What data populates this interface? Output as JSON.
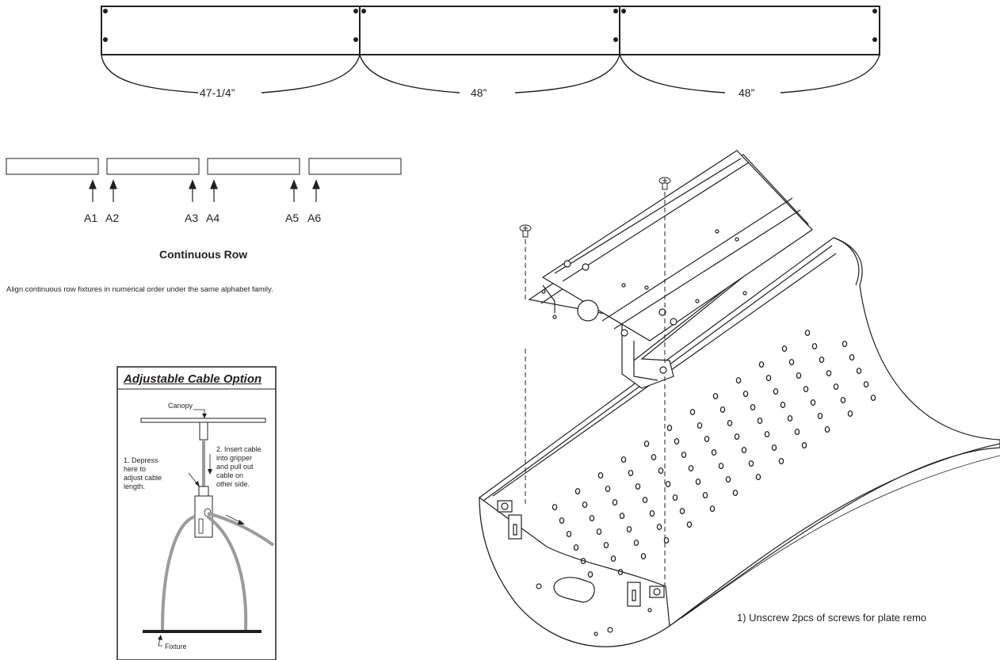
{
  "dimensions": [
    "47-1/4”",
    "48”",
    "48”"
  ],
  "row_labels": [
    "A1",
    "A2",
    "A3",
    "A4",
    "A5",
    "A6"
  ],
  "continuous_row": {
    "title": "Continuous Row",
    "note": "Align continuous row fixtures in numerical order under the same alphabet family."
  },
  "cable_option": {
    "title": "Adjustable Cable Option",
    "canopy": "Canopy",
    "fixture": "Fixture",
    "step1": [
      "1. Depress",
      "here to",
      "adjust cable",
      "length."
    ],
    "step2": [
      "2. Insert cable",
      "into gripper",
      "and pull out",
      "cable on",
      "other side."
    ]
  },
  "instruction": "1)  Unscrew 2pcs of screws for plate remo",
  "colors": {
    "line": "#231f20",
    "cable": "#9b9b9b",
    "fill": "#ffffff",
    "shade": "#d9d9d9"
  }
}
